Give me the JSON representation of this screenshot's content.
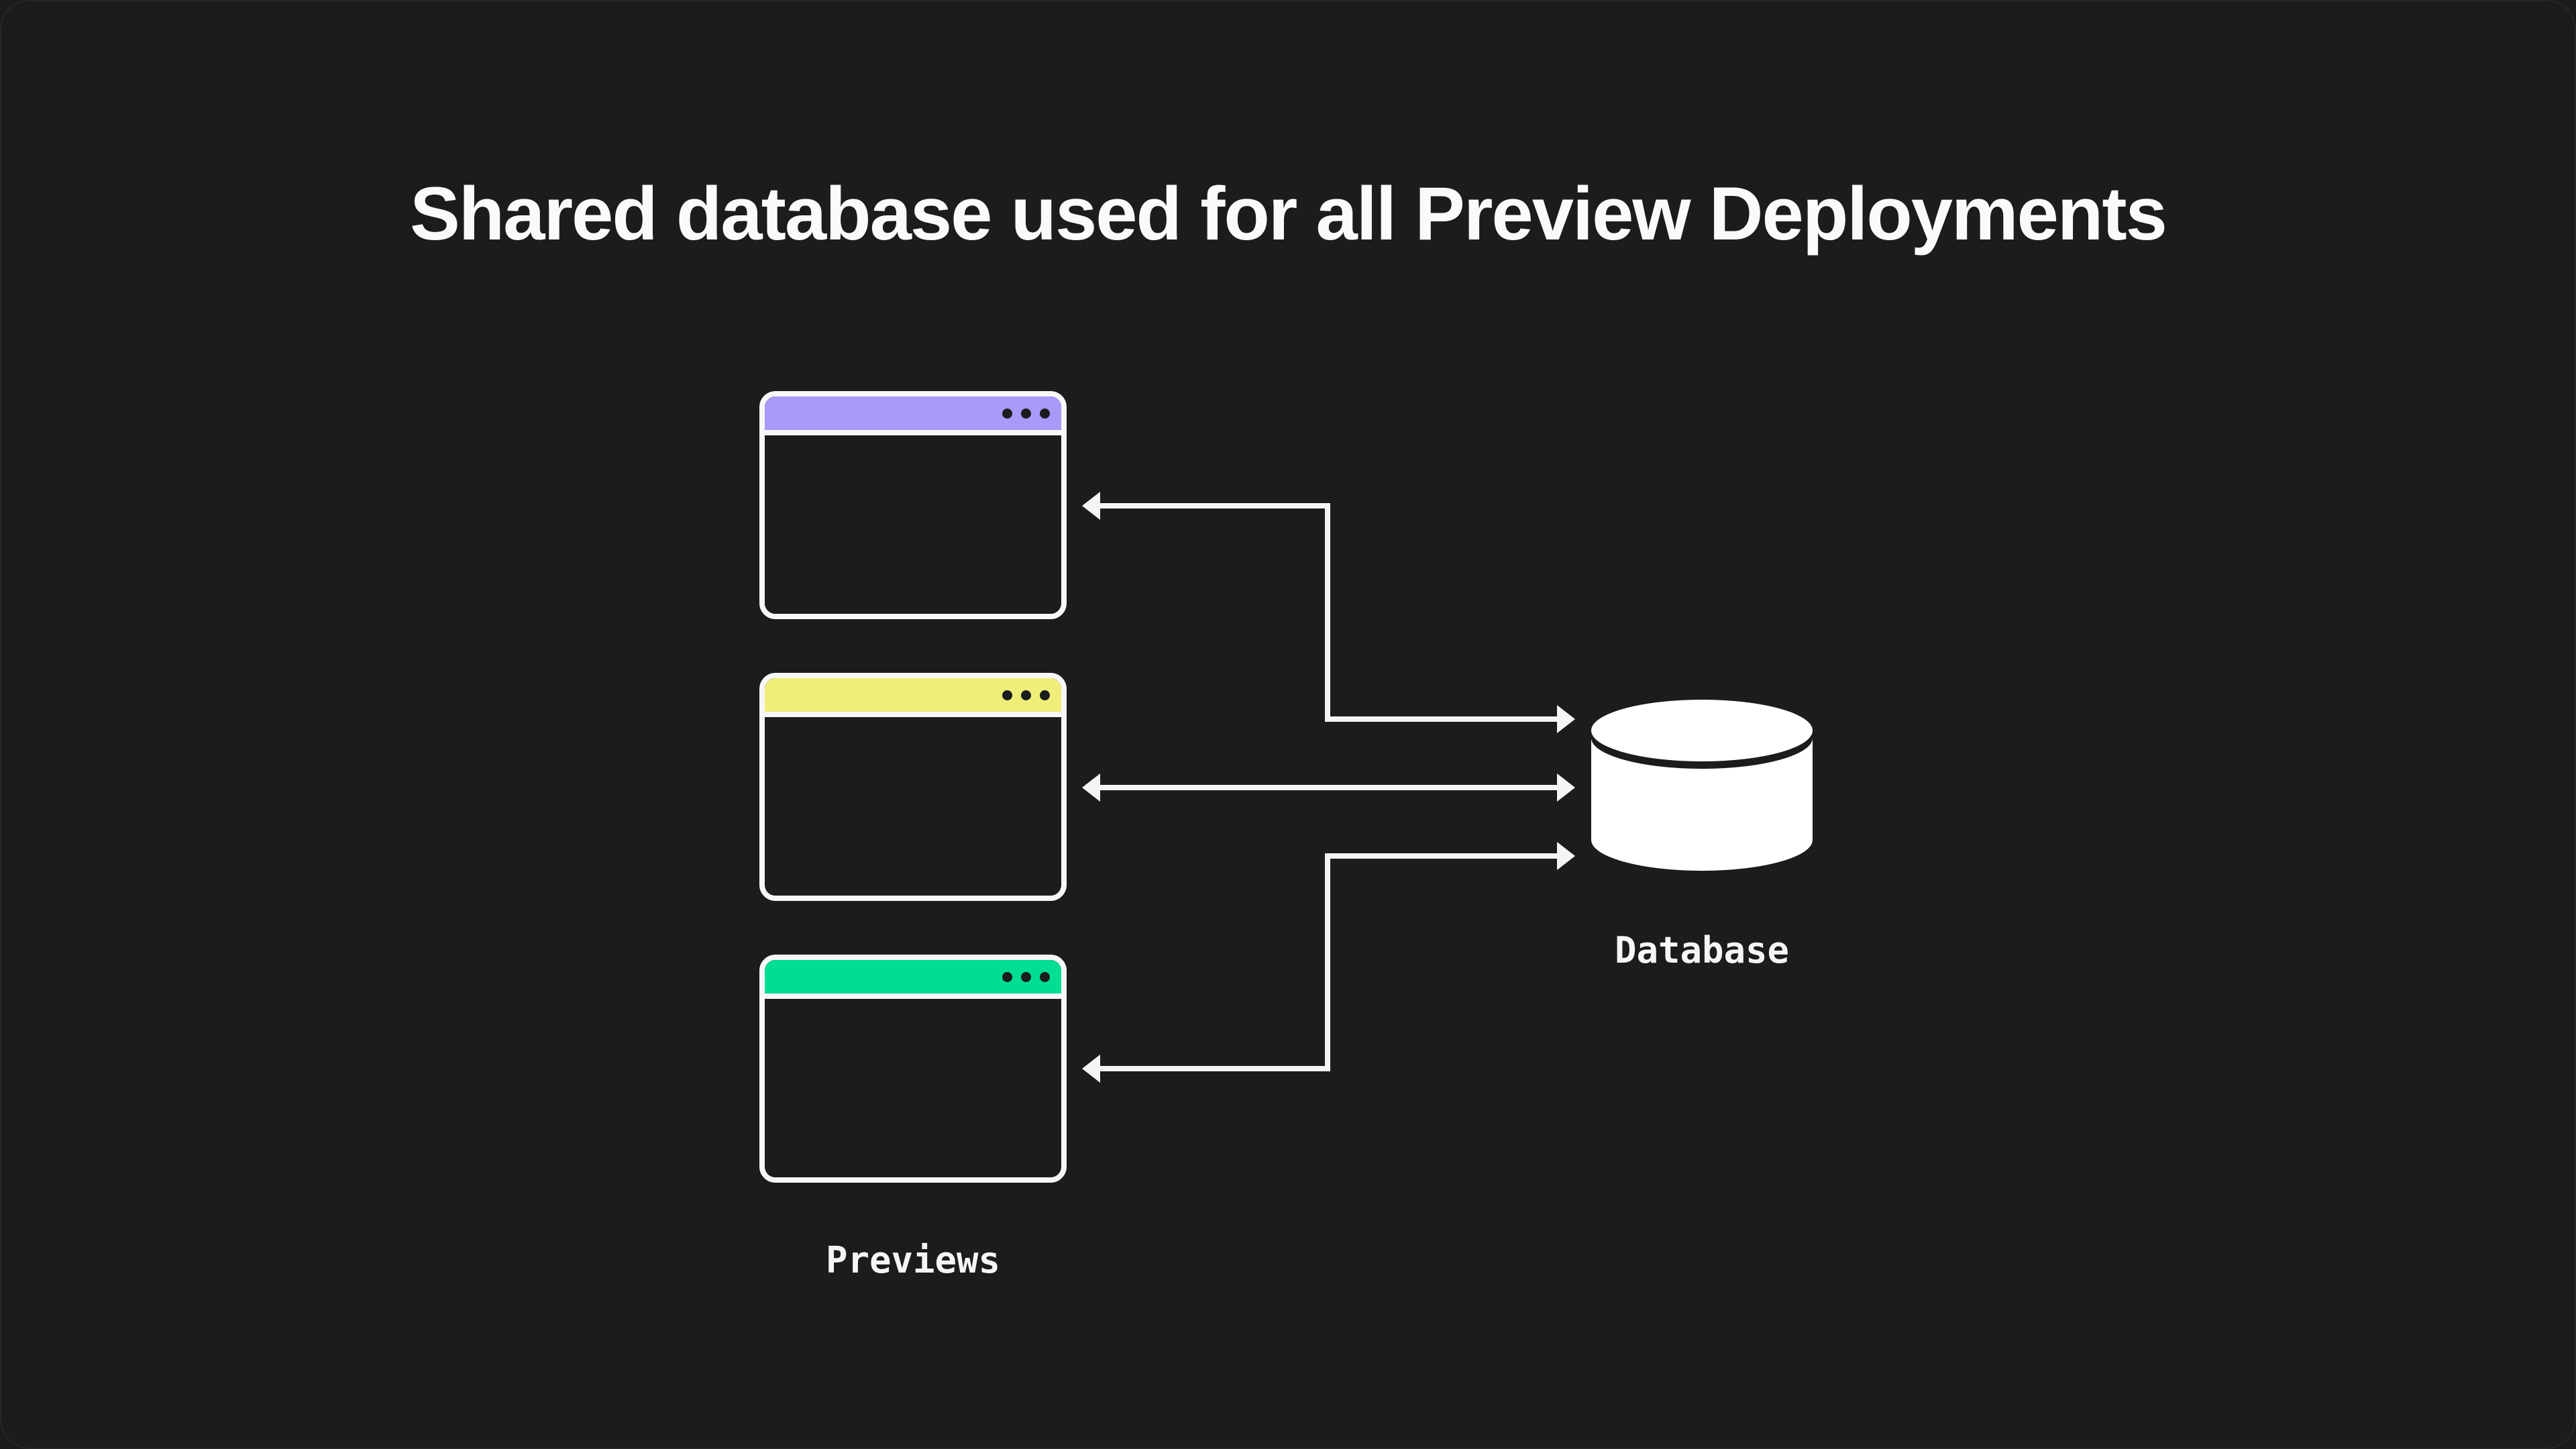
{
  "title": "Shared database used for all Preview Deployments",
  "colors": {
    "background": "#1b1c1c",
    "window_border": "#f7f7f7",
    "arrow": "#f5f5f5",
    "white": "#ffffff",
    "dot": "#1b1c1c",
    "titlebar_purple": "#aa99f8",
    "titlebar_yellow": "#eeee79",
    "titlebar_green": "#00dd94"
  },
  "previews": {
    "label": "Previews",
    "windows": [
      {
        "name": "preview-window-1",
        "titlebar_color": "#aa99f8"
      },
      {
        "name": "preview-window-2",
        "titlebar_color": "#eeee79"
      },
      {
        "name": "preview-window-3",
        "titlebar_color": "#00dd94"
      }
    ]
  },
  "database": {
    "label": "Database",
    "icon": "database-cylinder-icon"
  },
  "connections": [
    {
      "from": "preview-window-1",
      "to": "database",
      "bidirectional": true,
      "shape": "elbow"
    },
    {
      "from": "preview-window-2",
      "to": "database",
      "bidirectional": true,
      "shape": "straight"
    },
    {
      "from": "preview-window-3",
      "to": "database",
      "bidirectional": true,
      "shape": "elbow"
    }
  ]
}
